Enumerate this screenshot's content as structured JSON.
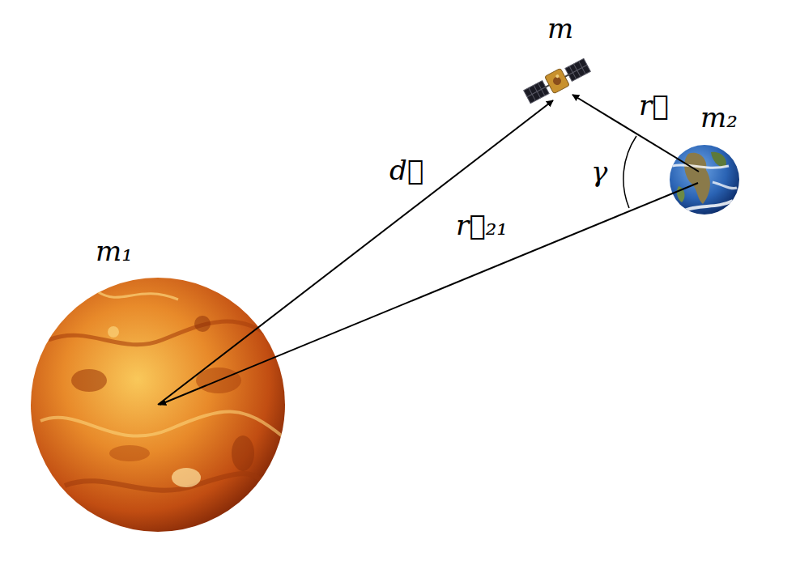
{
  "diagram": {
    "nodes": [
      {
        "text": [
          "m₁"
        ]
      },
      {
        "text": [
          "m"
        ]
      },
      {
        "text": [
          "m₂"
        ]
      }
    ],
    "edges": [
      {
        "from": 0,
        "to": 1,
        "arrow": "to",
        "label": "d⃗"
      },
      {
        "from": 2,
        "to": 1,
        "arrow": "to",
        "label": "r⃗"
      },
      {
        "from": 2,
        "to": 0,
        "arrow": "to",
        "label": "r⃗₂₁"
      }
    ],
    "labels": [
      "γ"
    ]
  }
}
